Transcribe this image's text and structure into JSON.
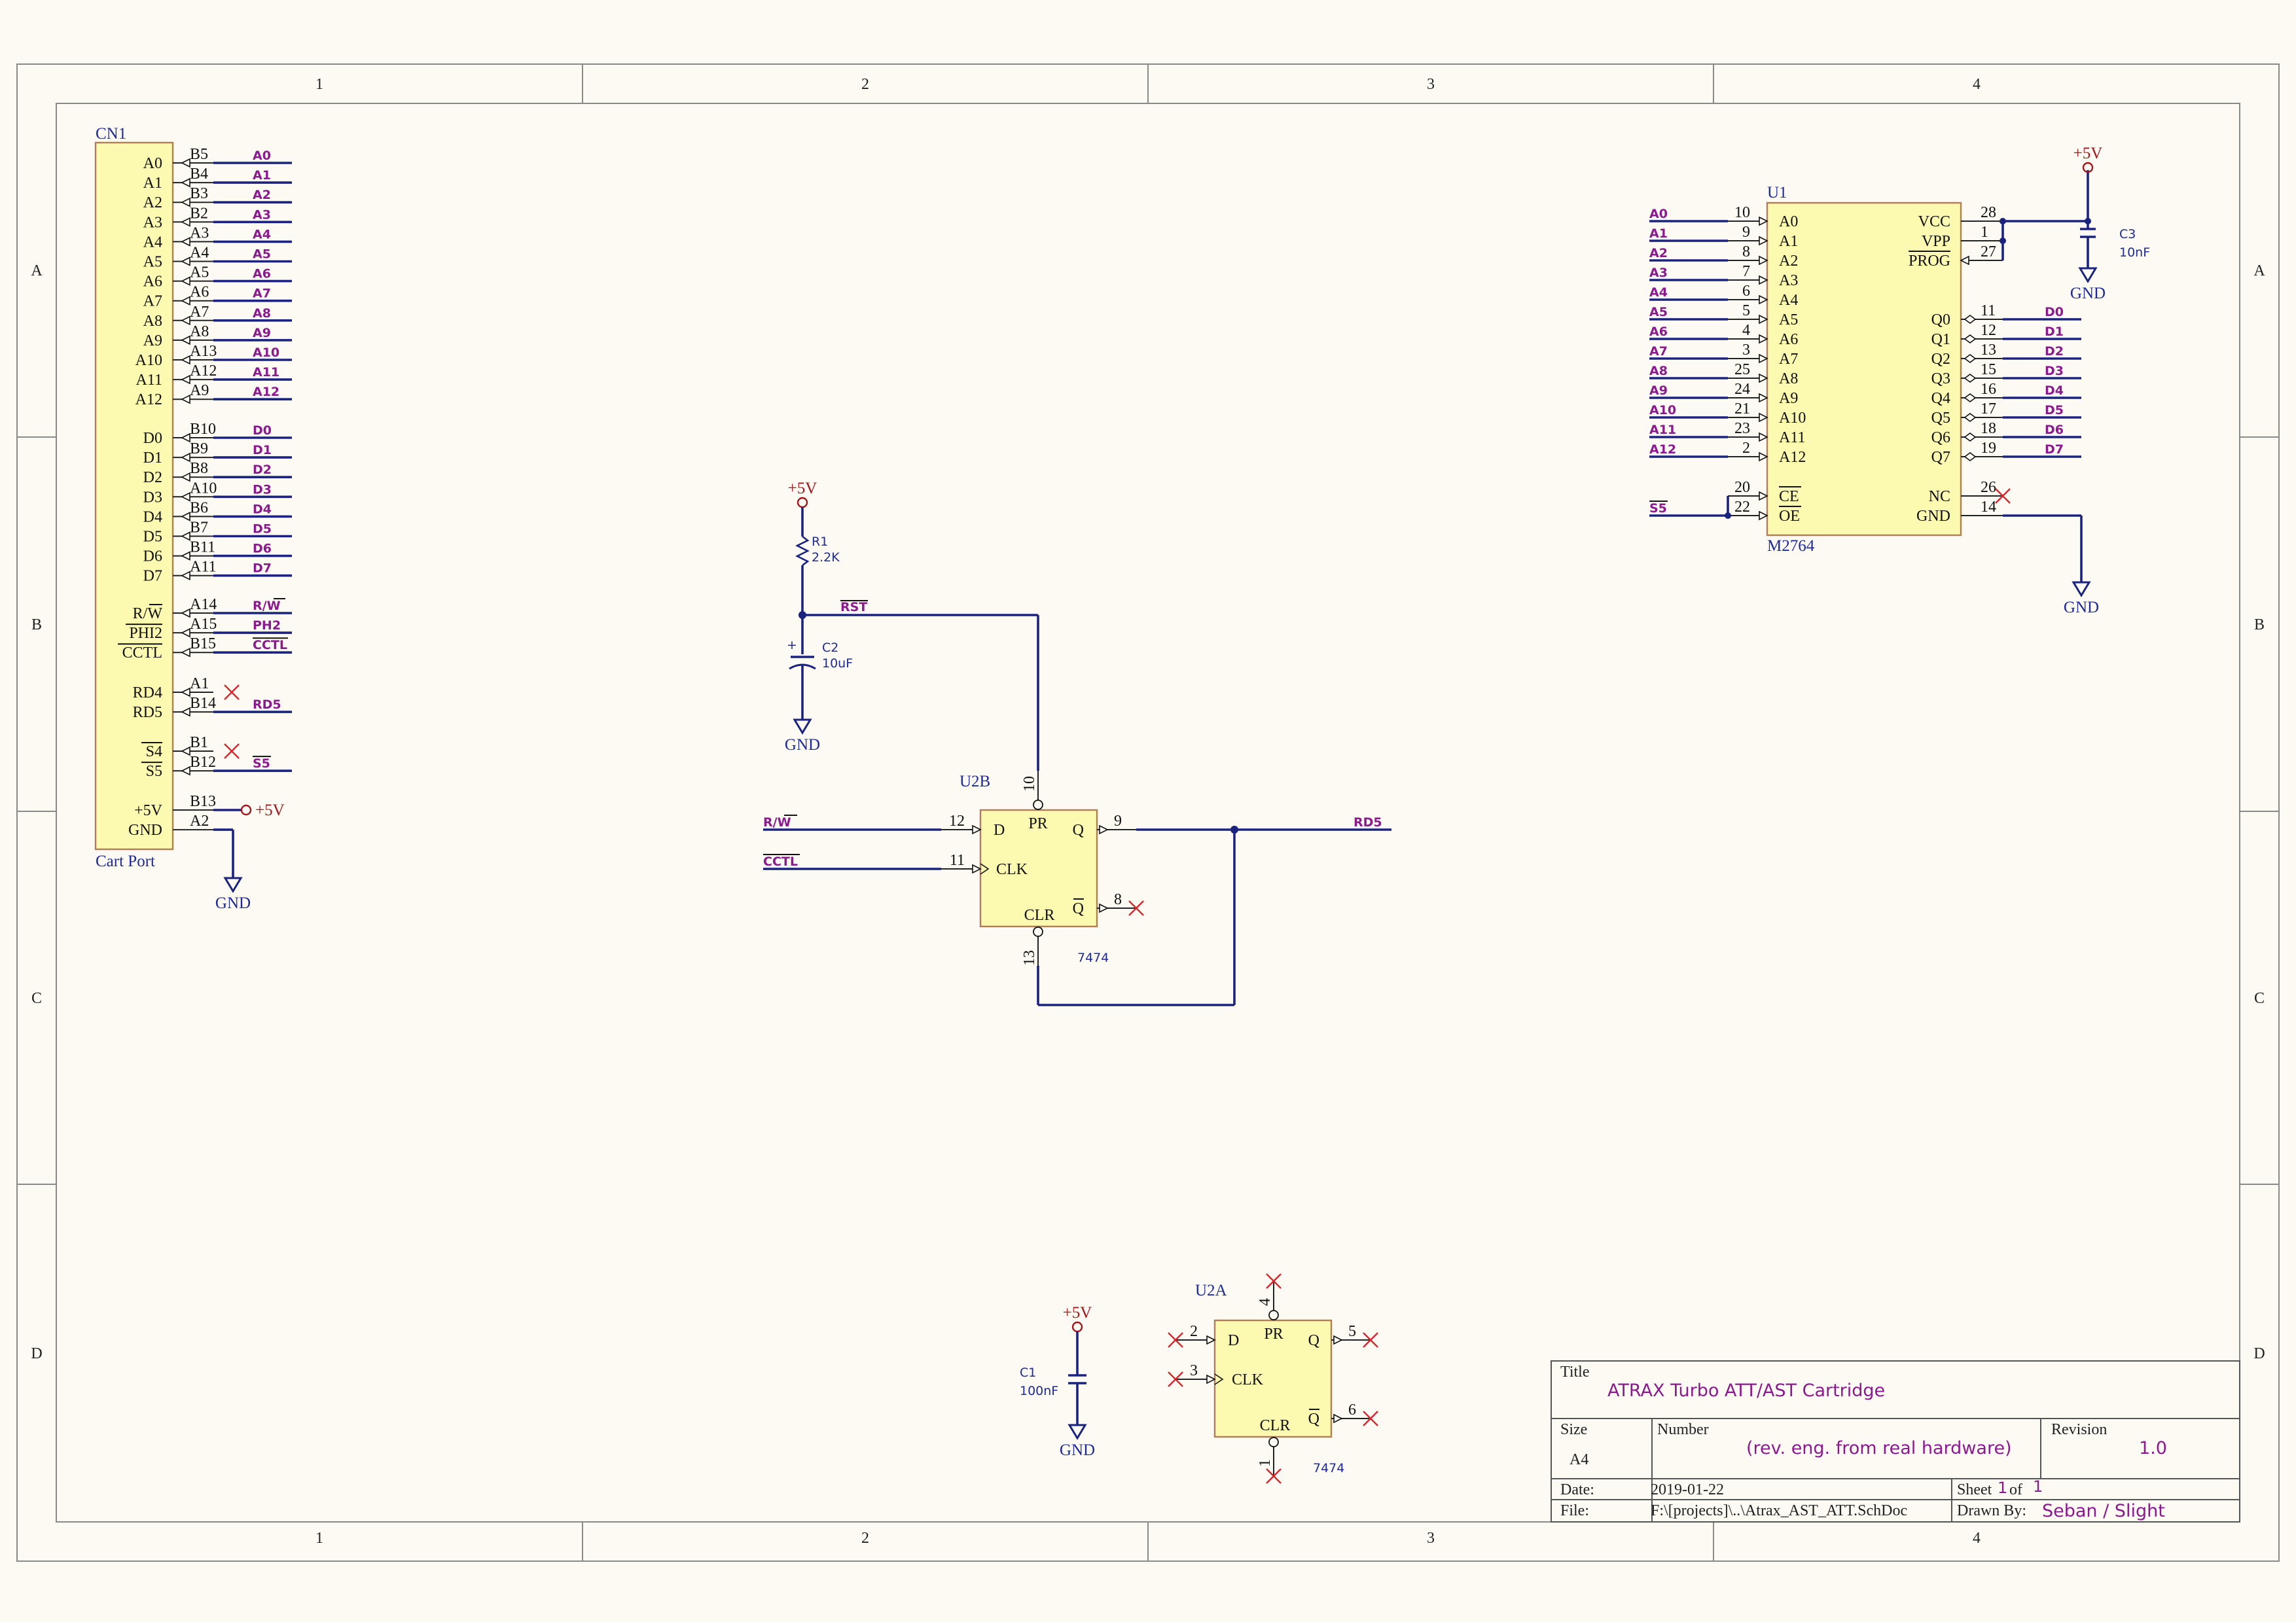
{
  "zones": {
    "columns": [
      "1",
      "2",
      "3",
      "4"
    ],
    "rows": [
      "A",
      "B",
      "C",
      "D"
    ]
  },
  "cn1": {
    "designator": "CN1",
    "comment": "Cart Port",
    "groups": [
      [
        {
          "name": "A0",
          "pin": "B5",
          "net": "A0"
        },
        {
          "name": "A1",
          "pin": "B4",
          "net": "A1"
        },
        {
          "name": "A2",
          "pin": "B3",
          "net": "A2"
        },
        {
          "name": "A3",
          "pin": "B2",
          "net": "A3"
        },
        {
          "name": "A4",
          "pin": "A3",
          "net": "A4"
        },
        {
          "name": "A5",
          "pin": "A4",
          "net": "A5"
        },
        {
          "name": "A6",
          "pin": "A5",
          "net": "A6"
        },
        {
          "name": "A7",
          "pin": "A6",
          "net": "A7"
        },
        {
          "name": "A8",
          "pin": "A7",
          "net": "A8"
        },
        {
          "name": "A9",
          "pin": "A8",
          "net": "A9"
        },
        {
          "name": "A10",
          "pin": "A13",
          "net": "A10"
        },
        {
          "name": "A11",
          "pin": "A12",
          "net": "A11"
        },
        {
          "name": "A12",
          "pin": "A9",
          "net": "A12"
        }
      ],
      [
        {
          "name": "D0",
          "pin": "B10",
          "net": "D0"
        },
        {
          "name": "D1",
          "pin": "B9",
          "net": "D1"
        },
        {
          "name": "D2",
          "pin": "B8",
          "net": "D2"
        },
        {
          "name": "D3",
          "pin": "A10",
          "net": "D3"
        },
        {
          "name": "D4",
          "pin": "B6",
          "net": "D4"
        },
        {
          "name": "D5",
          "pin": "B7",
          "net": "D5"
        },
        {
          "name": "D6",
          "pin": "B11",
          "net": "D6"
        },
        {
          "name": "D7",
          "pin": "A11",
          "net": "D7"
        }
      ],
      [
        {
          "name": "R/W",
          "pin": "A14",
          "net": "R/W"
        },
        {
          "name": "PHI2",
          "pin": "A15",
          "net": "PH2"
        },
        {
          "name": "CCTL",
          "pin": "B15",
          "net": "CCTL"
        }
      ],
      [
        {
          "name": "RD4",
          "pin": "A1",
          "net": ""
        },
        {
          "name": "RD5",
          "pin": "B14",
          "net": "RD5"
        }
      ],
      [
        {
          "name": "S4",
          "pin": "B1",
          "net": ""
        },
        {
          "name": "S5",
          "pin": "B12",
          "net": "S5"
        }
      ],
      [
        {
          "name": "+5V",
          "pin": "B13",
          "net": "+5V"
        },
        {
          "name": "GND",
          "pin": "A2",
          "net": "GND"
        }
      ]
    ]
  },
  "u1": {
    "designator": "U1",
    "comment": "M2764",
    "left_pins": [
      {
        "name": "A0",
        "pin": "10",
        "net": "A0"
      },
      {
        "name": "A1",
        "pin": "9",
        "net": "A1"
      },
      {
        "name": "A2",
        "pin": "8",
        "net": "A2"
      },
      {
        "name": "A3",
        "pin": "7",
        "net": "A3"
      },
      {
        "name": "A4",
        "pin": "6",
        "net": "A4"
      },
      {
        "name": "A5",
        "pin": "5",
        "net": "A5"
      },
      {
        "name": "A6",
        "pin": "4",
        "net": "A6"
      },
      {
        "name": "A7",
        "pin": "3",
        "net": "A7"
      },
      {
        "name": "A8",
        "pin": "25",
        "net": "A8"
      },
      {
        "name": "A9",
        "pin": "24",
        "net": "A9"
      },
      {
        "name": "A10",
        "pin": "21",
        "net": "A10"
      },
      {
        "name": "A11",
        "pin": "23",
        "net": "A11"
      },
      {
        "name": "A12",
        "pin": "2",
        "net": "A12"
      }
    ],
    "ce_pin": {
      "name": "CE",
      "pin": "20"
    },
    "oe_pin": {
      "name": "OE",
      "pin": "22",
      "net": "S5"
    },
    "right_top": [
      {
        "name": "VCC",
        "pin": "28"
      },
      {
        "name": "VPP",
        "pin": "1"
      },
      {
        "name": "PROG",
        "pin": "27"
      }
    ],
    "right_data": [
      {
        "name": "Q0",
        "pin": "11",
        "net": "D0"
      },
      {
        "name": "Q1",
        "pin": "12",
        "net": "D1"
      },
      {
        "name": "Q2",
        "pin": "13",
        "net": "D2"
      },
      {
        "name": "Q3",
        "pin": "15",
        "net": "D3"
      },
      {
        "name": "Q4",
        "pin": "16",
        "net": "D4"
      },
      {
        "name": "Q5",
        "pin": "17",
        "net": "D5"
      },
      {
        "name": "Q6",
        "pin": "18",
        "net": "D6"
      },
      {
        "name": "Q7",
        "pin": "19",
        "net": "D7"
      }
    ],
    "nc_pin": {
      "name": "NC",
      "pin": "26"
    },
    "gnd_pin": {
      "name": "GND",
      "pin": "14"
    }
  },
  "c3": {
    "designator": "C3",
    "value": "10nF"
  },
  "r1": {
    "designator": "R1",
    "value": "2.2K"
  },
  "c2": {
    "designator": "C2",
    "value": "10uF"
  },
  "c1": {
    "designator": "C1",
    "value": "100nF"
  },
  "rst_net": "RST",
  "u2b": {
    "designator": "U2B",
    "comment": "7474",
    "d": {
      "name": "D",
      "pin": "12",
      "net": "R/W"
    },
    "clk": {
      "name": "CLK",
      "pin": "11",
      "net": "CCTL"
    },
    "pr": {
      "name": "PR",
      "pin": "10"
    },
    "clr": {
      "name": "CLR",
      "pin": "13"
    },
    "q": {
      "name": "Q",
      "pin": "9",
      "net": "RD5"
    },
    "qn": {
      "name": "Q",
      "pin": "8"
    }
  },
  "u2a": {
    "designator": "U2A",
    "comment": "7474",
    "d": {
      "name": "D",
      "pin": "2"
    },
    "clk": {
      "name": "CLK",
      "pin": "3"
    },
    "pr": {
      "name": "PR",
      "pin": "4"
    },
    "clr": {
      "name": "CLR",
      "pin": "1"
    },
    "q": {
      "name": "Q",
      "pin": "5"
    },
    "qn": {
      "name": "Q",
      "pin": "6"
    }
  },
  "power": {
    "vcc": "+5V",
    "gnd": "GND"
  },
  "title_block": {
    "title_label": "Title",
    "title": "ATRAX Turbo ATT/AST Cartridge",
    "size_label": "Size",
    "size": "A4",
    "number_label": "Number",
    "number": "(rev. eng. from real hardware)",
    "revision_label": "Revision",
    "revision": "1.0",
    "date_label": "Date:",
    "date": "2019-01-22",
    "sheet_label": "Sheet",
    "sheet_no": "1",
    "sheet_of": "of",
    "sheet_total": "1",
    "file_label": "File:",
    "file": "F:\\[projects]\\..\\Atrax_AST_ATT.SchDoc",
    "drawn_label": "Drawn By:",
    "drawn": "Seban / Slight"
  },
  "colors": {
    "wire": "#1a237e",
    "net_label": "#8a1a8e",
    "chip_fill": "#fcf9b0",
    "power": "#a3151d",
    "no_connect": "#d6262c"
  }
}
